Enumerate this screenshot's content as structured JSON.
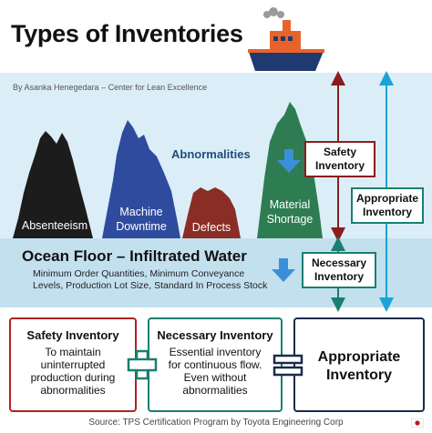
{
  "title": "Types of Inventories",
  "byline": "By Asanka Henegedara – Center for Lean Excellence",
  "abnormalities_label": "Abnormalities",
  "mountains": [
    {
      "label": "Absenteeism"
    },
    {
      "label_line1": "Machine",
      "label_line2": "Downtime"
    },
    {
      "label": "Defects"
    },
    {
      "label_line1": "Material",
      "label_line2": "Shortage"
    }
  ],
  "boxes": {
    "safety_line1": "Safety",
    "safety_line2": "Inventory",
    "appropriate_line1": "Appropriate",
    "appropriate_line2": "Inventory",
    "necessary_line1": "Necessary",
    "necessary_line2": "Inventory"
  },
  "ocean_floor": {
    "title": "Ocean Floor – Infiltrated Water",
    "line1": "Minimum Order Quantities, Minimum Conveyance",
    "line2": "Levels, Production Lot Size, Standard In Process Stock"
  },
  "panels": [
    {
      "title": "Safety Inventory",
      "body": [
        "To maintain",
        "uninterrupted",
        "production during",
        "abnormalities"
      ],
      "border_color": "#b22222"
    },
    {
      "title": "Necessary Inventory",
      "body": [
        "Essential inventory",
        "for continuous flow.",
        "Even without",
        "abnormalities"
      ],
      "border_color": "#1a7f6f"
    },
    {
      "title_line1": "Appropriate",
      "title_line2": "Inventory",
      "border_color": "#1b2b4b"
    }
  ],
  "operators": {
    "plus": "plus-icon",
    "equals": "equals-icon"
  },
  "source": "Source: TPS  Certification Program by Toyota Engineering Corp",
  "colors": {
    "dark_red": "#8b1d1d",
    "teal": "#1a7f6f",
    "cyan_line": "#1aa3d6",
    "mountain_black": "#1c1c1c",
    "mountain_blue": "#2f4b9e",
    "mountain_red": "#8a2e25",
    "mountain_green": "#2e7d52",
    "ship_hull": "#1e3a6e",
    "ship_cabin": "#e8632b"
  }
}
